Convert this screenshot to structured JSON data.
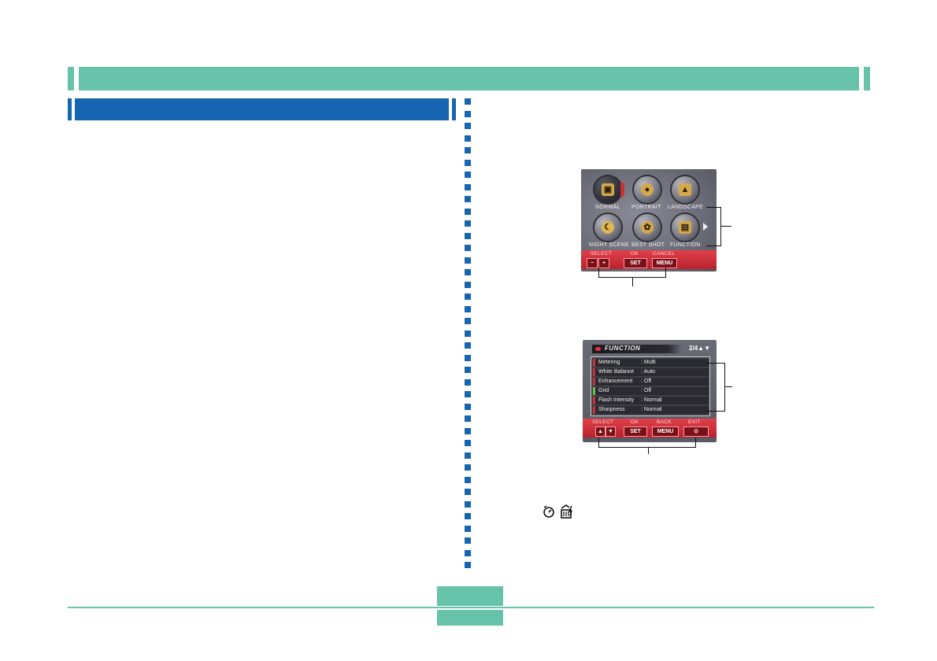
{
  "screen_top": {
    "modes": [
      {
        "label": "NORMAL",
        "icon": "portrait-frame-icon",
        "selected": true
      },
      {
        "label": "PORTRAIT",
        "icon": "portrait-head-icon",
        "selected": false
      },
      {
        "label": "LANDSCAPE",
        "icon": "mountain-icon",
        "selected": false
      },
      {
        "label": "NIGHT SCENE",
        "icon": "moon-star-icon",
        "selected": false
      },
      {
        "label": "BEST SHOT",
        "icon": "flower-icon",
        "selected": false
      },
      {
        "label": "FUNCTION",
        "icon": "toolbox-icon",
        "selected": false
      }
    ],
    "soft_labels": {
      "select": "SELECT",
      "ok": "OK",
      "cancel": "CANCEL"
    },
    "soft_keys": {
      "minus": "−",
      "plus": "+",
      "set": "SET",
      "menu": "MENU"
    }
  },
  "screen_bottom": {
    "title": "FUNCTION",
    "page": "2/4▲▼",
    "rows": [
      {
        "name": "Metering",
        "value": ": Multi"
      },
      {
        "name": "White Balance",
        "value": ": Auto"
      },
      {
        "name": "Enhancement",
        "value": ": Off"
      },
      {
        "name": "Grid",
        "value": ": Off"
      },
      {
        "name": "Flash Intensity",
        "value": ": Normal"
      },
      {
        "name": "Sharpness",
        "value": ": Normal"
      }
    ],
    "soft_labels": {
      "select": "SELECT",
      "ok": "OK",
      "back": "BACK",
      "exit": "EXIT"
    },
    "soft_keys": {
      "up": "▲",
      "down": "▼",
      "set": "SET",
      "menu": "MENU",
      "exit": "⊙"
    }
  },
  "icons": {
    "timer": "self-timer-icon",
    "delete": "trash-flash-icon"
  },
  "colors": {
    "teal": "#66c2a8",
    "blue": "#1565b0",
    "red": "#c83038"
  }
}
